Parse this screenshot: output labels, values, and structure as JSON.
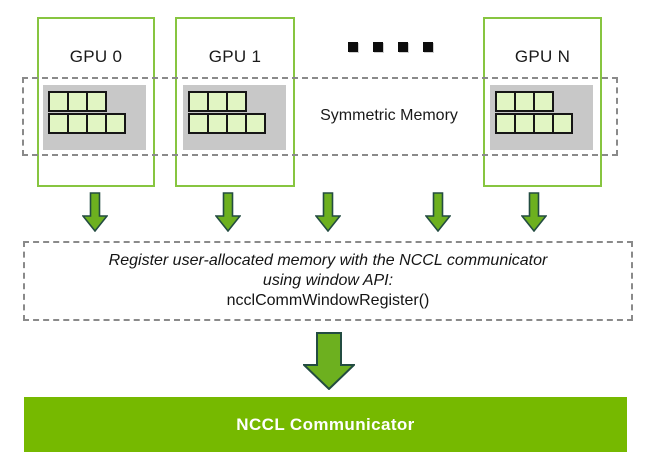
{
  "diagram": {
    "title_context": "NCCL symmetric memory window registration diagram",
    "gpus": [
      {
        "label": "GPU 0"
      },
      {
        "label": "GPU 1"
      },
      {
        "label": "GPU N"
      }
    ],
    "ellipsis_dot_count": 4,
    "symmetric_memory": {
      "label": "Symmetric Memory"
    },
    "memory_rows": [
      3,
      4
    ],
    "register_box": {
      "line1": "Register user-allocated memory with the NCCL communicator",
      "line2": "using window API:",
      "line3": "ncclCommWindowRegister()"
    },
    "communicator_bar": {
      "label": "NCCL Communicator"
    },
    "colors": {
      "nvidia_green": "#76b900",
      "gpu_box_border": "#87c540",
      "memory_square_fill": "#e1f5c3",
      "memory_panel_gray": "#c8c8c8",
      "arrow_fill": "#6db01f",
      "arrow_outline": "#234c41",
      "dashed_border": "#8a8a8a",
      "text": "#1a1a1a",
      "bar_text": "#ffffff"
    }
  }
}
